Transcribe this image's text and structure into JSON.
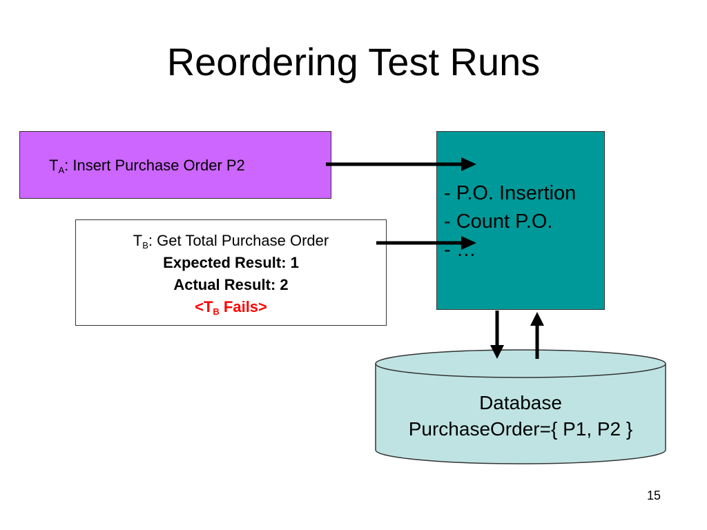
{
  "slide": {
    "title": "Reordering Test Runs",
    "page_number": "15"
  },
  "test_a": {
    "prefix": "T",
    "subscript": "A",
    "text": ": Insert Purchase Order P2"
  },
  "test_b": {
    "prefix": "T",
    "subscript": "B",
    "text": ": Get Total Purchase Order",
    "expected": "Expected Result: 1",
    "actual": "Actual Result: 2",
    "fail_open": "<T",
    "fail_sub": "B",
    "fail_close": " Fails>"
  },
  "app": {
    "items": [
      "- P.O. Insertion",
      "- Count P.O.",
      "- …"
    ]
  },
  "database": {
    "label": "Database",
    "content": "PurchaseOrder={ P1, P2 }"
  },
  "colors": {
    "test_a_fill": "#cc66ff",
    "app_fill": "#009999",
    "database_fill": "#bfe3e3",
    "fail_text": "#ff0000"
  }
}
